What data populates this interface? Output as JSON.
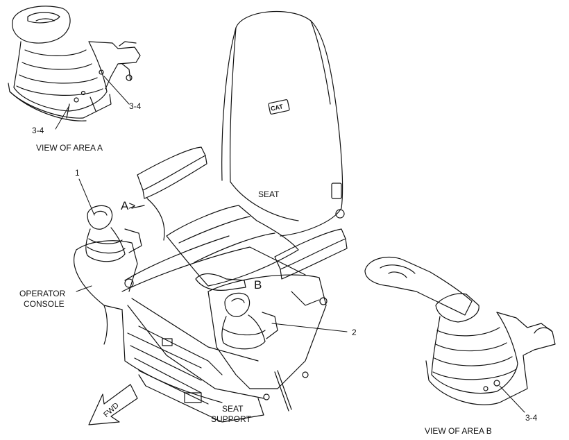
{
  "labels": {
    "view_area_a": "VIEW OF AREA A",
    "view_area_b": "VIEW OF AREA B",
    "seat": "SEAT",
    "operator_console_line1": "OPERATOR",
    "operator_console_line2": "CONSOLE",
    "seat_support_line1": "SEAT",
    "seat_support_line2": "SUPPORT",
    "fwd": "FWD",
    "callout_1": "1",
    "callout_2": "2",
    "callout_3_4_a_top": "3-4",
    "callout_3_4_a_bottom": "3-4",
    "callout_3_4_b": "3-4",
    "area_a_marker": "A>",
    "area_b_marker": "B",
    "cat_logo": "CAT"
  },
  "colors": {
    "line": "#111111",
    "background": "#ffffff"
  }
}
